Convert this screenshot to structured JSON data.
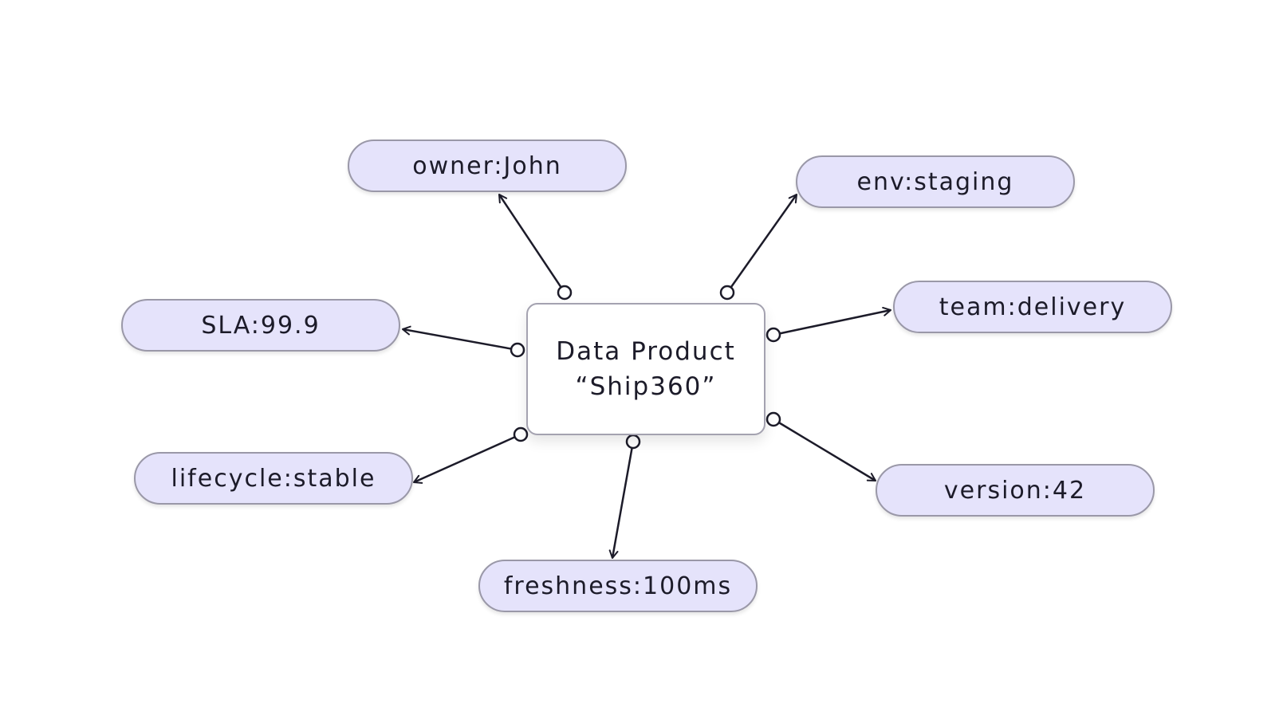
{
  "diagram": {
    "center": {
      "line1": "Data Product",
      "line2": "“Ship360”"
    },
    "nodes": [
      {
        "id": "owner",
        "label": "owner:John"
      },
      {
        "id": "env",
        "label": "env:staging"
      },
      {
        "id": "team",
        "label": "team:delivery"
      },
      {
        "id": "sla",
        "label": "SLA:99.9"
      },
      {
        "id": "lifecycle",
        "label": "lifecycle:stable"
      },
      {
        "id": "freshness",
        "label": "freshness:100ms"
      },
      {
        "id": "version",
        "label": "version:42"
      }
    ],
    "edges": [
      {
        "from": "center",
        "to": "owner",
        "start_marker": "circle",
        "end_marker": "arrow"
      },
      {
        "from": "center",
        "to": "env",
        "start_marker": "circle",
        "end_marker": "arrow"
      },
      {
        "from": "center",
        "to": "team",
        "start_marker": "circle",
        "end_marker": "arrow"
      },
      {
        "from": "center",
        "to": "sla",
        "start_marker": "circle",
        "end_marker": "arrow"
      },
      {
        "from": "center",
        "to": "lifecycle",
        "start_marker": "circle",
        "end_marker": "arrow"
      },
      {
        "from": "center",
        "to": "freshness",
        "start_marker": "circle",
        "end_marker": "arrow"
      },
      {
        "from": "center",
        "to": "version",
        "start_marker": "circle",
        "end_marker": "arrow"
      }
    ],
    "colors": {
      "node_fill": "#e5e3fb",
      "node_border": "#9a98a8",
      "edge": "#1c1b29",
      "text": "#1c1b29"
    }
  }
}
